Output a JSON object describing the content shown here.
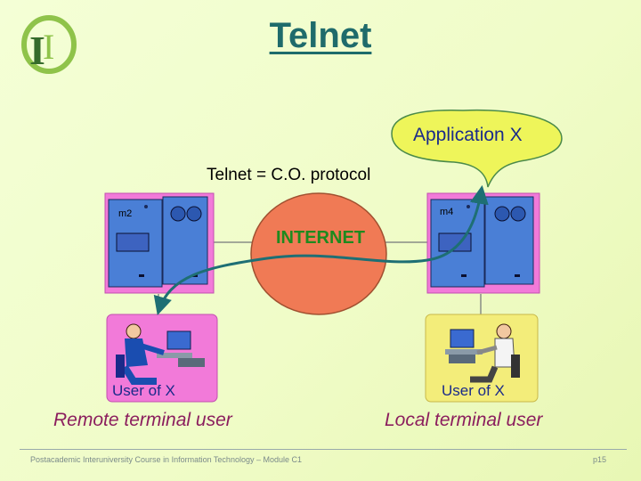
{
  "slide": {
    "title": "Telnet",
    "protocol_label": "Telnet = C.O. protocol",
    "application_label": "Application X",
    "internet_label": "INTERNET",
    "machines": [
      {
        "tag": "m2"
      },
      {
        "tag": "m4"
      }
    ],
    "users": [
      {
        "caption": "User of X",
        "role": "Remote terminal user"
      },
      {
        "caption": "User of X",
        "role": "Local terminal user"
      }
    ],
    "footer_text": "Postacademic Interuniversity Course in Information Technology – Module C1",
    "page_number": "p15"
  },
  "colors": {
    "title": "#1f6b6b",
    "machine_box": "#f27ad9",
    "server": "#4a7fd6",
    "internet_cloud": "#f07a55",
    "application_cloud": "#eef55a",
    "user_box": "#f27ad9",
    "user_box_right": "#f3ed7a",
    "role_text": "#8b1e5e",
    "arrow": "#1e6f74"
  },
  "icons": [
    "logo-icon",
    "server-icon",
    "person-at-computer-icon"
  ]
}
